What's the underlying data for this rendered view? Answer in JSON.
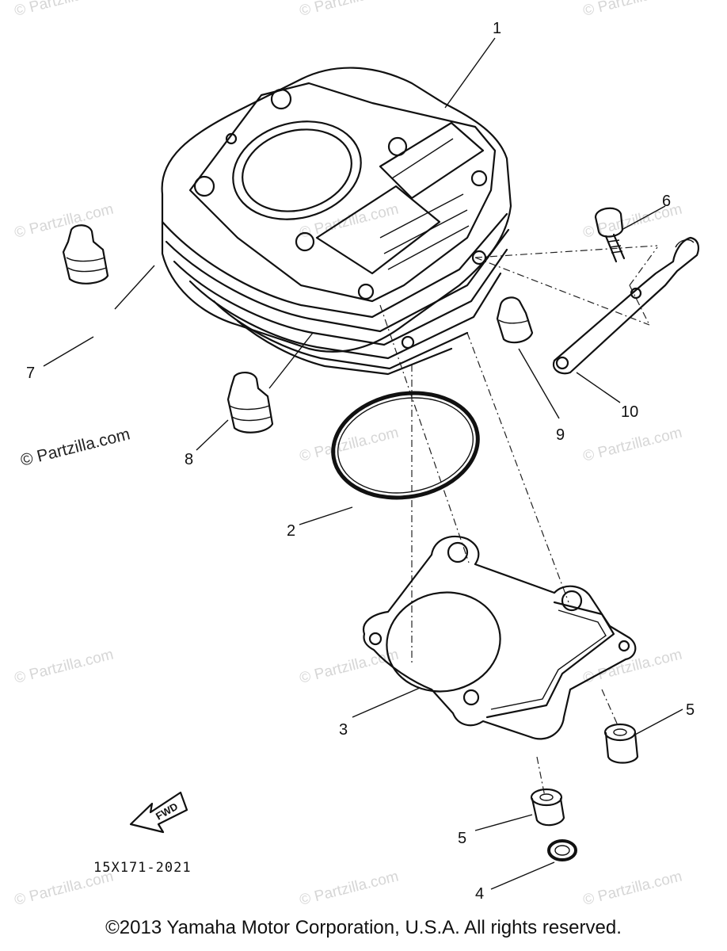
{
  "watermark_text": "© Partzilla.com",
  "diagram_code": "15X171-2021",
  "fwd_label": "FWD",
  "copyright": "©2013  Yamaha Motor Corporation, U.S.A. All rights reserved.",
  "parts": [
    {
      "id": "p1",
      "label": "1",
      "icon": "cylinder-block"
    },
    {
      "id": "p2",
      "label": "2",
      "icon": "o-ring"
    },
    {
      "id": "p3",
      "label": "3",
      "icon": "cylinder-gasket"
    },
    {
      "id": "p4",
      "label": "4",
      "icon": "washer"
    },
    {
      "id": "p5a",
      "label": "5",
      "icon": "dowel-pin"
    },
    {
      "id": "p5b",
      "label": "5",
      "icon": "dowel-pin"
    },
    {
      "id": "p6",
      "label": "6",
      "icon": "bolt"
    },
    {
      "id": "p7",
      "label": "7",
      "icon": "plug"
    },
    {
      "id": "p8",
      "label": "8",
      "icon": "plug"
    },
    {
      "id": "p9",
      "label": "9",
      "icon": "plug"
    },
    {
      "id": "p10",
      "label": "10",
      "icon": "bracket"
    }
  ]
}
